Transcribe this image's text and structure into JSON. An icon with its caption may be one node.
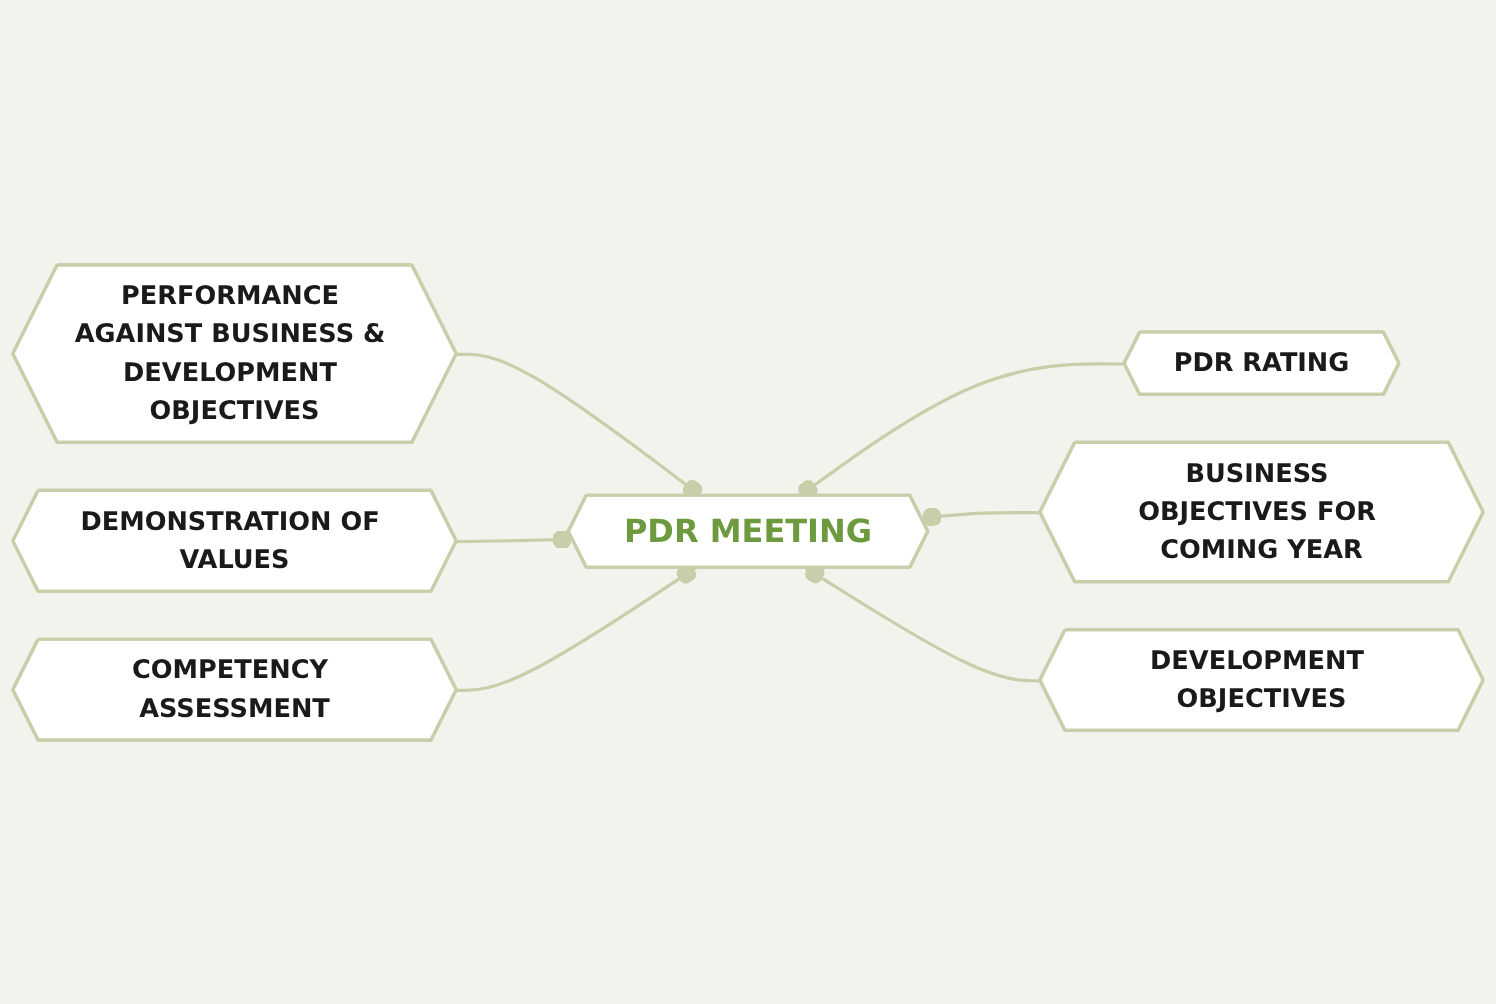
{
  "diagram": {
    "nodes": [
      {
        "text": [
          "PDR MEETING"
        ]
      },
      {
        "text": [
          "PERFORMANCE AGAINST BUSINESS & DEVELOPMENT OBJECTIVES"
        ]
      },
      {
        "text": [
          "DEMONSTRATION OF VALUES"
        ]
      },
      {
        "text": [
          "COMPETENCY ASSESSMENT"
        ]
      },
      {
        "text": [
          "PDR RATING"
        ]
      },
      {
        "text": [
          "BUSINESS OBJECTIVES FOR COMING YEAR"
        ]
      },
      {
        "text": [
          "DEVELOPMENT OBJECTIVES"
        ]
      }
    ],
    "edges": [
      {
        "from": 0,
        "to": 1,
        "arrow": "other"
      },
      {
        "from": 0,
        "to": 2,
        "arrow": "other"
      },
      {
        "from": 0,
        "to": 3,
        "arrow": "other"
      },
      {
        "from": 0,
        "to": 4,
        "arrow": "other"
      },
      {
        "from": 0,
        "to": 5,
        "arrow": "other"
      },
      {
        "from": 0,
        "to": 6,
        "arrow": "other"
      }
    ]
  }
}
